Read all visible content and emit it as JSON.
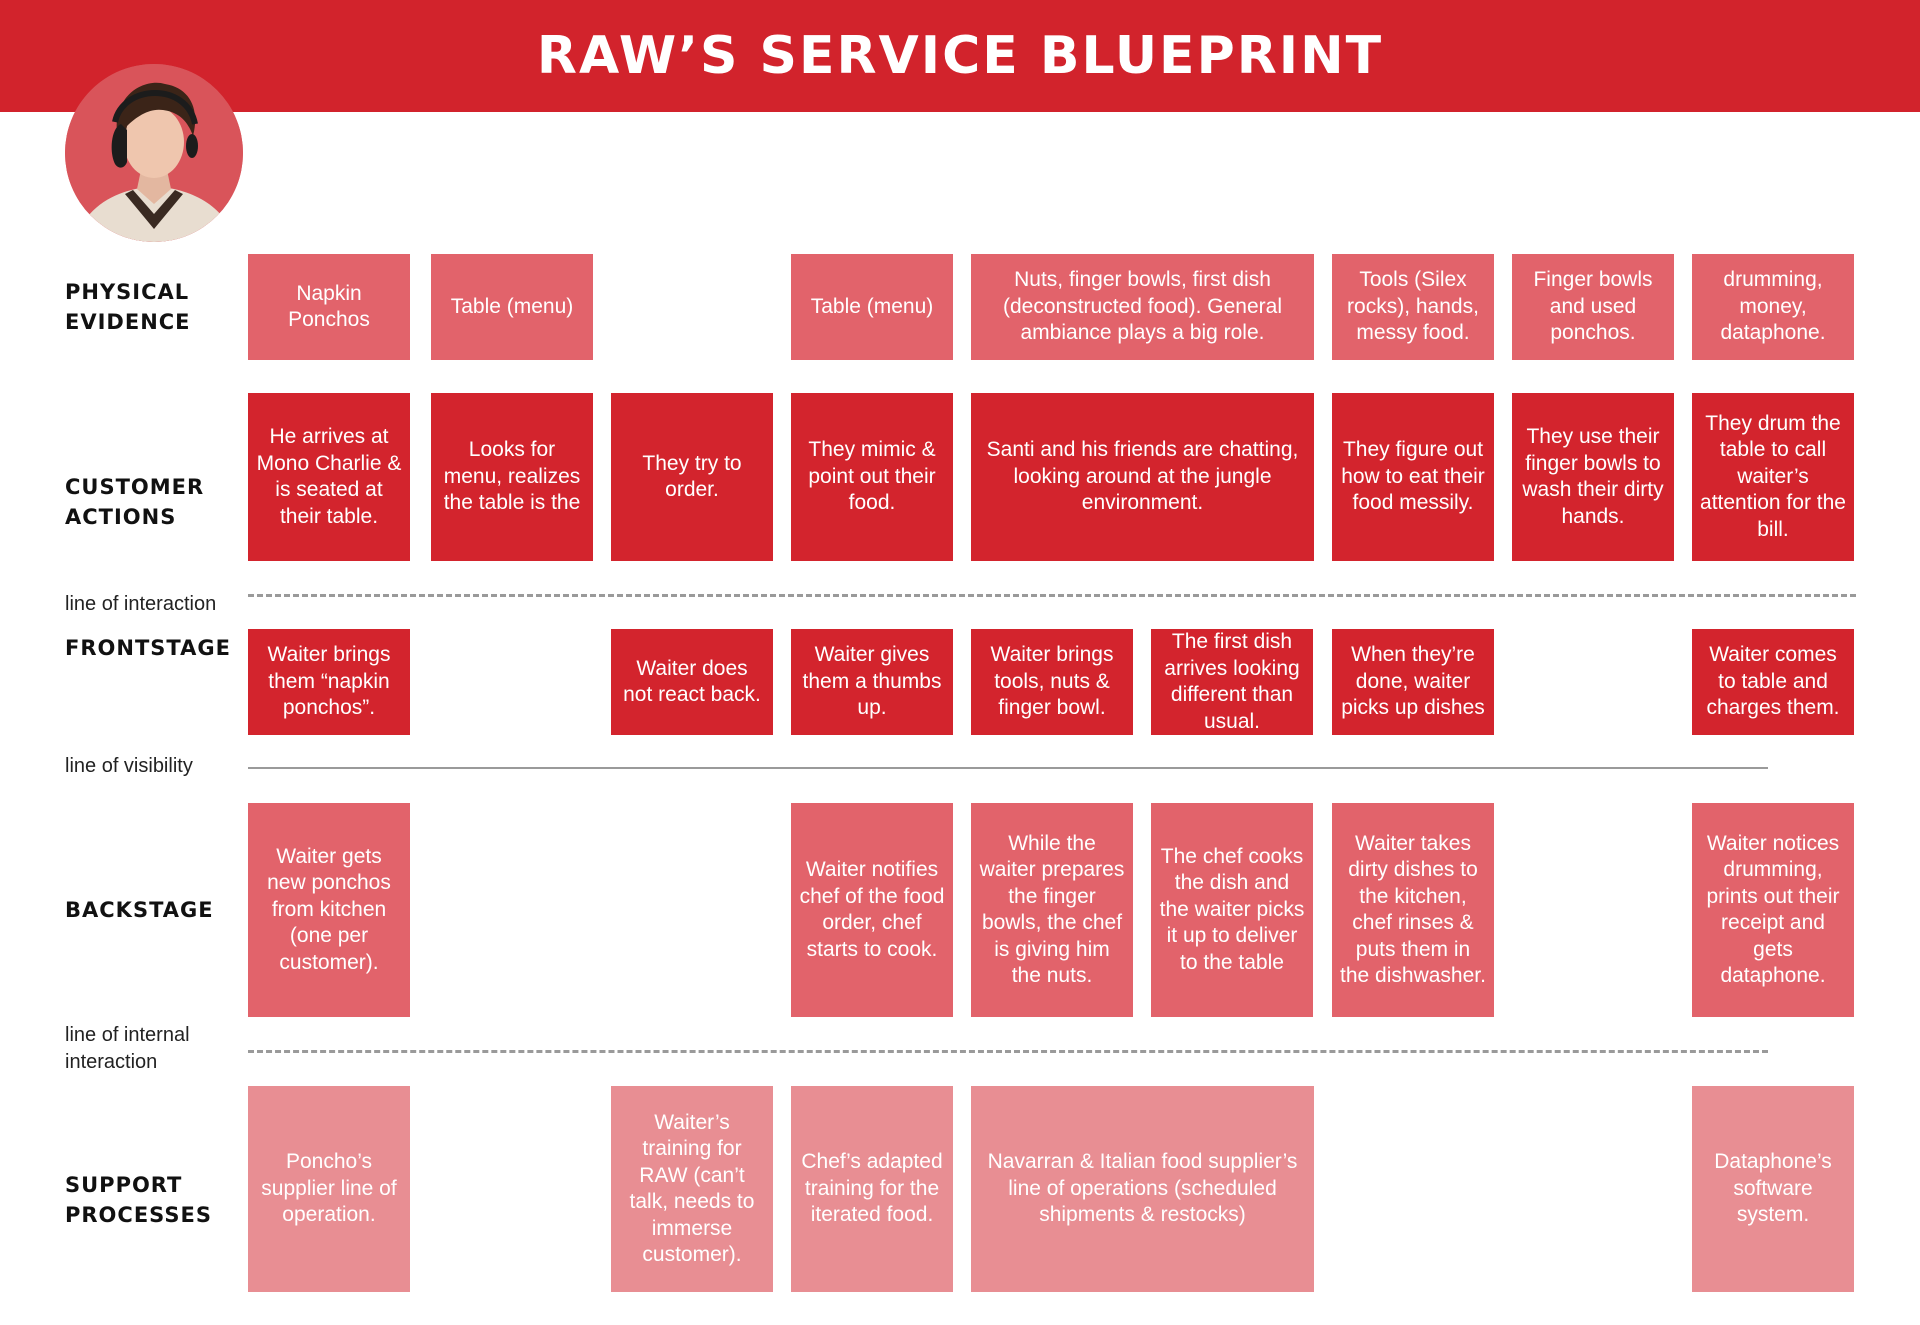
{
  "title": "RAW’S SERVICE BLUEPRINT",
  "rows": {
    "physical_evidence": "PHYSICAL\nEVIDENCE",
    "customer_actions": "CUSTOMER\nACTIONS",
    "frontstage": "FRONTSTAGE",
    "backstage": "BACKSTAGE",
    "support_processes": "SUPPORT\nPROCESSES"
  },
  "lines": {
    "interaction": "line of interaction",
    "visibility": "line of visibility",
    "internal": "line of internal\ninteraction"
  },
  "physical_evidence": [
    "Napkin Ponchos",
    "Table (menu)",
    "Table (menu)",
    "Nuts, finger bowls, first dish (deconstructed food). General ambiance plays a big role.",
    "Tools (Silex rocks), hands, messy food.",
    "Finger bowls and used ponchos.",
    "drumming, money, dataphone."
  ],
  "customer_actions": [
    "He arrives at Mono Charlie & is seated at their table.",
    "Looks for menu, realizes the table is the",
    "They try to order.",
    "They mimic & point out their food.",
    "Santi and his friends are chatting, looking around at the jungle environment.",
    "They figure out how to eat their food messily.",
    "They use their finger bowls to wash their dirty hands.",
    "They drum the table to call waiter’s attention for the bill."
  ],
  "frontstage": [
    "Waiter brings them “napkin ponchos”.",
    "Waiter does not react back.",
    "Waiter gives them a thumbs up.",
    "Waiter brings tools, nuts & finger bowl.",
    "The first dish arrives looking different than usual.",
    "When they’re done, waiter picks up dishes",
    "Waiter comes to table and charges them."
  ],
  "backstage": [
    "Waiter gets new ponchos from kitchen (one per customer).",
    "Waiter notifies chef of the food order, chef starts to cook.",
    "While the waiter prepares the finger bowls, the chef is giving him the nuts.",
    "The chef cooks the dish and the waiter picks it up to deliver to the table",
    "Waiter takes dirty dishes to the kitchen, chef rinses & puts them in the dishwasher.",
    "Waiter notices drumming, prints out their receipt and gets dataphone."
  ],
  "support_processes": [
    "Poncho’s supplier line of operation.",
    "Waiter’s training for RAW (can’t talk, needs to immerse customer).",
    "Chef’s adapted training for the iterated food.",
    "Navarran & Italian food supplier’s line of operations (scheduled shipments & restocks)",
    "Dataphone’s software system."
  ],
  "colors": {
    "header": "#d2232c",
    "card_mid": "#e2636b",
    "card_dark": "#d3242d",
    "card_light": "#e88e93"
  }
}
